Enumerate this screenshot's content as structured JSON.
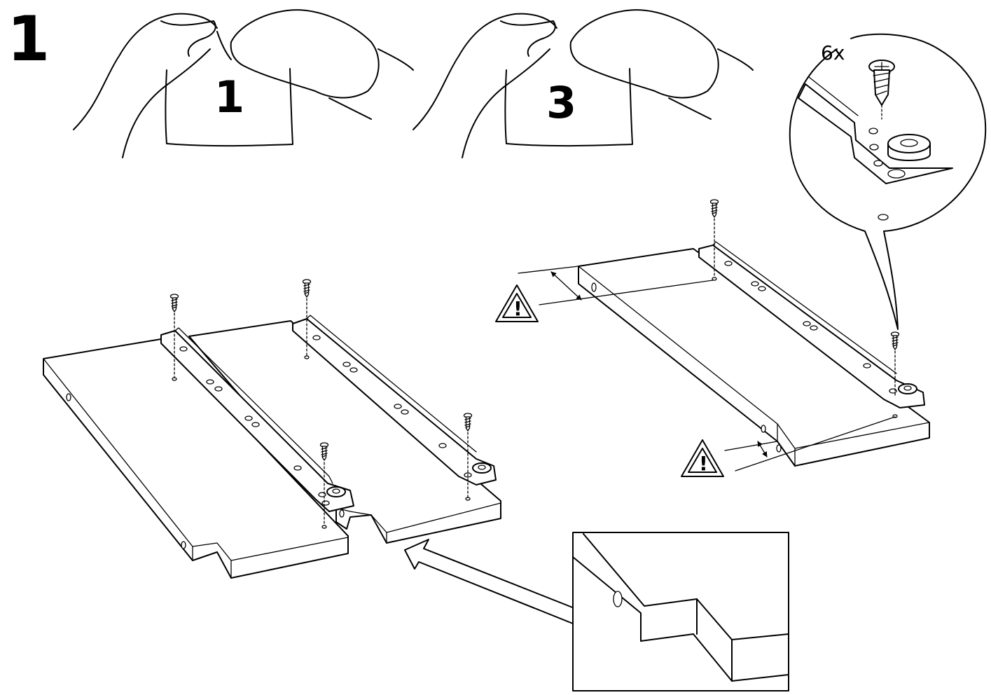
{
  "step": {
    "number": "1"
  },
  "pictograms": [
    {
      "count_label": "1"
    },
    {
      "count_label": "3"
    }
  ],
  "detail_callout": {
    "quantity": "6x",
    "part": "screw-icon"
  },
  "warnings": [
    {
      "symbol": "!",
      "icon": "warning-triangle-icon"
    },
    {
      "symbol": "!",
      "icon": "warning-triangle-icon"
    }
  ],
  "colors": {
    "ink": "#000000",
    "paper": "#ffffff"
  }
}
